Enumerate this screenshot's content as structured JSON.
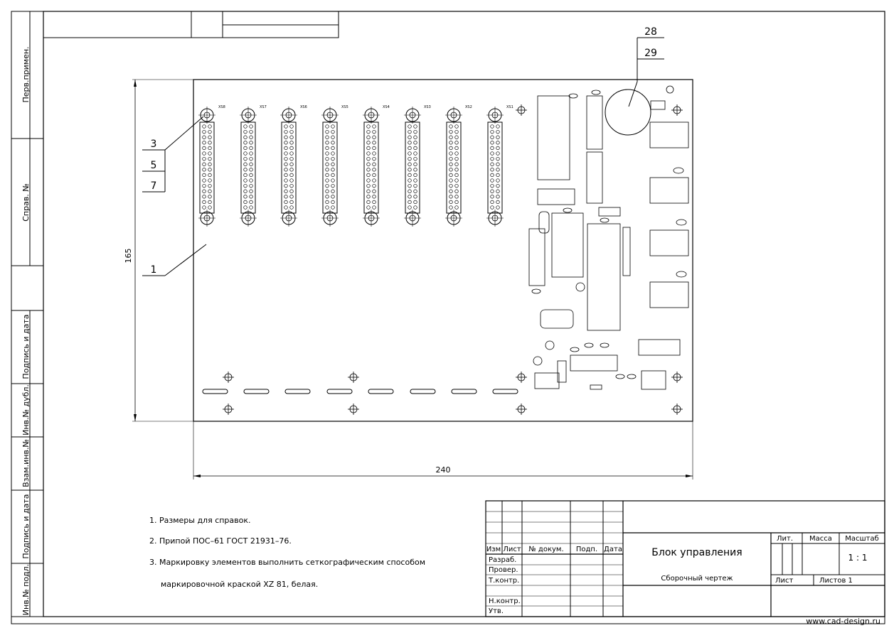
{
  "side_labels": [
    "Перв.примен.",
    "Справ. №",
    "Подпись и дата",
    "Инв.№ дубл.",
    "Взам.инв.№",
    "Подпись и дата",
    "Инв.№ подл."
  ],
  "leaders_left": [
    "3",
    "5",
    "7",
    "1"
  ],
  "leaders_top": [
    "28",
    "29"
  ],
  "dimensions": {
    "height": "165",
    "width": "240"
  },
  "connectors": [
    "XS8",
    "XS7",
    "XS6",
    "XS5",
    "XS4",
    "XS3",
    "XS2",
    "XS1"
  ],
  "notes": [
    "1. Размеры для справок.",
    "2. Припой ПОС–61 ГОСТ 21931–76.",
    "3. Маркировку элементов выполнить сеткографическим способом",
    "маркировочной краской XZ 81, белая."
  ],
  "title_block": {
    "headers": [
      "Изм",
      "Лист",
      "№  докум.",
      "Подп.",
      "Дата"
    ],
    "roles": [
      "Разраб.",
      "Провер.",
      "Т.контр.",
      "Н.контр.",
      "Утв."
    ],
    "title": "Блок управления",
    "subtitle": "Сборочный чертеж",
    "lit_label": "Лит.",
    "mass_label": "Масса",
    "scale_label": "Масштаб",
    "scale_value": "1 : 1",
    "sheet_label": "Лист",
    "sheets_label": "Листов 1"
  },
  "watermark": "www.cad-design.ru"
}
